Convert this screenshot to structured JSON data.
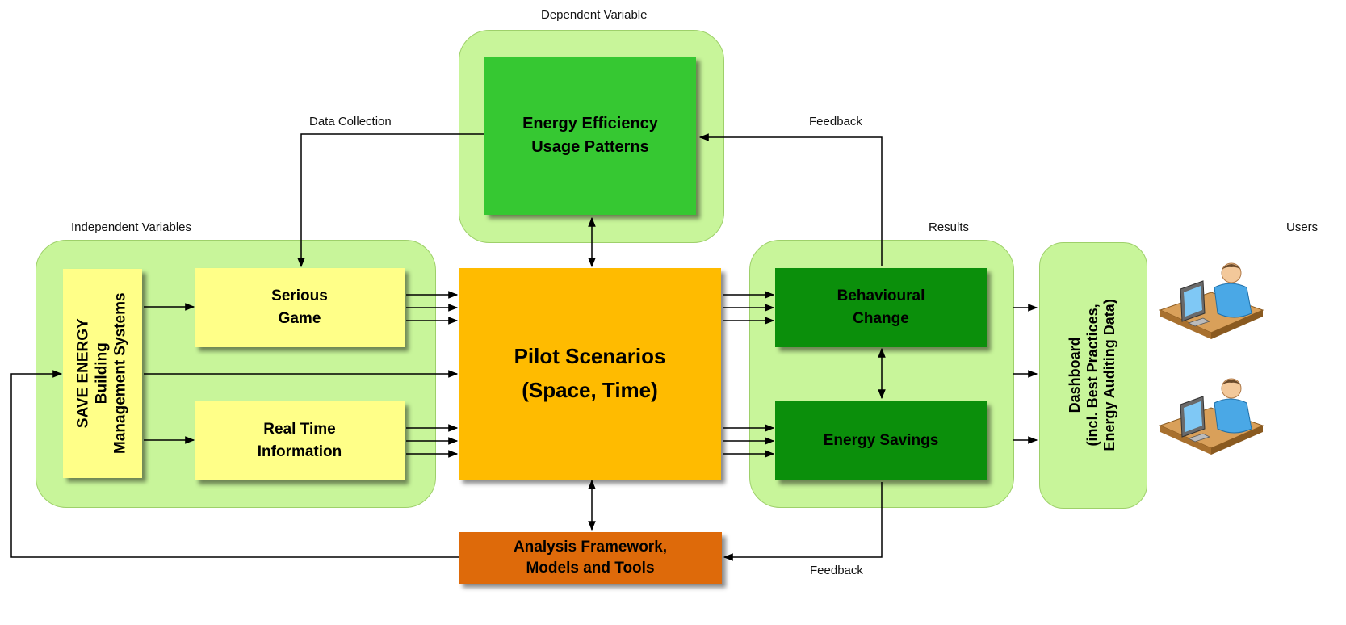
{
  "labels": {
    "dependent_variable": "Dependent Variable",
    "data_collection": "Data Collection",
    "feedback_top": "Feedback",
    "independent_variables": "Independent Variables",
    "results": "Results",
    "users": "Users",
    "feedback_bottom": "Feedback"
  },
  "boxes": {
    "energy_efficiency": {
      "line1": "Energy Efficiency",
      "line2": "Usage Patterns"
    },
    "serious_game": {
      "line1": "Serious",
      "line2": "Game"
    },
    "real_time": {
      "line1": "Real Time",
      "line2": "Information"
    },
    "save_energy": {
      "line1": "SAVE ENERGY",
      "line2": "Building",
      "line3": "Management Systems"
    },
    "pilot": {
      "line1": "Pilot Scenarios",
      "line2": "(Space, Time)"
    },
    "behavioural": {
      "line1": "Behavioural",
      "line2": "Change"
    },
    "energy_savings": {
      "line1": "Energy Savings"
    },
    "analysis": {
      "line1": "Analysis Framework,",
      "line2": "Models and Tools"
    },
    "dashboard": {
      "line1": "Dashboard",
      "line2": "(incl. Best Practices,",
      "line3": "Energy Auditing Data)"
    }
  },
  "icons": {
    "user": "user-at-computer-icon"
  },
  "colors": {
    "group_fill": "#c8f59a",
    "yellow": "#ffff88",
    "green": "#36c832",
    "dark_green": "#0b8f0b",
    "orange": "#ffbb00",
    "rust": "#de6a0a"
  }
}
